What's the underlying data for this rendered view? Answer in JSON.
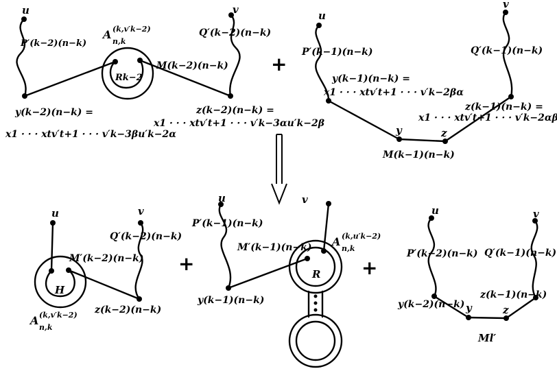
{
  "panels": {
    "top_left": {
      "u": "u",
      "v": "v",
      "P": "P′(k−2)(n−k)",
      "A": "A",
      "A_sub": "n,k",
      "A_sup": "(k,v′k−2)",
      "R": "Rk−2",
      "M": "M(k−2)(n−k)",
      "Q": "Q′(k−2)(n−k)",
      "y_label": "y(k−2)(n−k) =",
      "y_expr": "x1 · · · xtv′t+1 · · · v′k−3βu′k−2α",
      "z_label": "z(k−2)(n−k) =",
      "z_expr": "x1 · · · xtv′t+1 · · · v′k−3αu′k−2β"
    },
    "top_right": {
      "u": "u",
      "v": "v",
      "P": "P′(k−1)(n−k)",
      "Q": "Q′(k−1)(n−k)",
      "y_label": "y(k−1)(n−k) =",
      "y_expr": "x1 · · · xtv′t+1 · · · v′k−2βα",
      "z_label": "z(k−1)(n−k) =",
      "z_expr": "x1 · · · xtv′t+1 · · · v′k−2αβ",
      "y": "y",
      "z": "z",
      "M": "M(k−1)(n−k)"
    },
    "bottom_left": {
      "u": "u",
      "v": "v",
      "H": "H",
      "M": "M′(k−2)(n−k)",
      "Q": "Q′(k−2)(n−k)",
      "A": "A",
      "A_sub": "n,k",
      "A_sup": "(k,v′k−2)",
      "z": "z(k−2)(n−k)"
    },
    "bottom_middle": {
      "u": "u",
      "v": "v",
      "P": "P′(k−1)(n−k)",
      "M": "M′(k−1)(n−k)",
      "A": "A",
      "A_sub": "n,k",
      "A_sup": "(k,u′k−2)",
      "R": "R",
      "y": "y(k−1)(n−k)"
    },
    "bottom_right": {
      "u": "u",
      "v": "v",
      "P": "P′(k−2)(n−k)",
      "Q": "Q′(k−1)(n−k)",
      "y_full": "y(k−2)(n−k)",
      "y": "y",
      "z": "z",
      "z_full": "z(k−1)(n−k)",
      "M": "Ml′"
    }
  },
  "operators": {
    "plus": "+",
    "arrow": "⇓"
  }
}
